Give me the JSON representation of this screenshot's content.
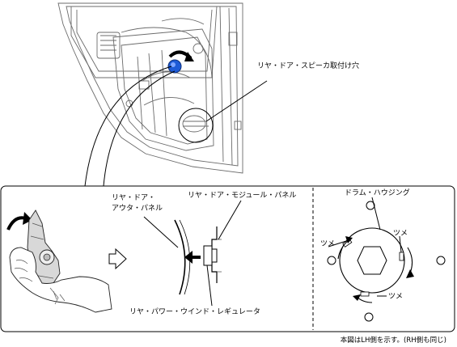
{
  "labels": {
    "rear_door_speaker_hole": "リヤ・ドア・スピーカ取付け穴",
    "rear_door_outer_panel_line1": "リヤ・ドア・",
    "rear_door_outer_panel_line2": "アウタ・パネル",
    "rear_door_module_panel": "リヤ・ドア・モジュール・パネル",
    "rear_power_window_regulator": "リヤ・パワー・ウインド・レギュレータ",
    "drum_housing": "ドラム・ハウジング",
    "tab_left": "ツメ",
    "tab_right": "ツメ",
    "tab_bottom": "ツメ"
  },
  "footnote": "本図はLH側を示す。(RH側も同じ)",
  "colors": {
    "highlight_blue": "#1e5bd6",
    "gear_gray": "#bdbdbd"
  }
}
